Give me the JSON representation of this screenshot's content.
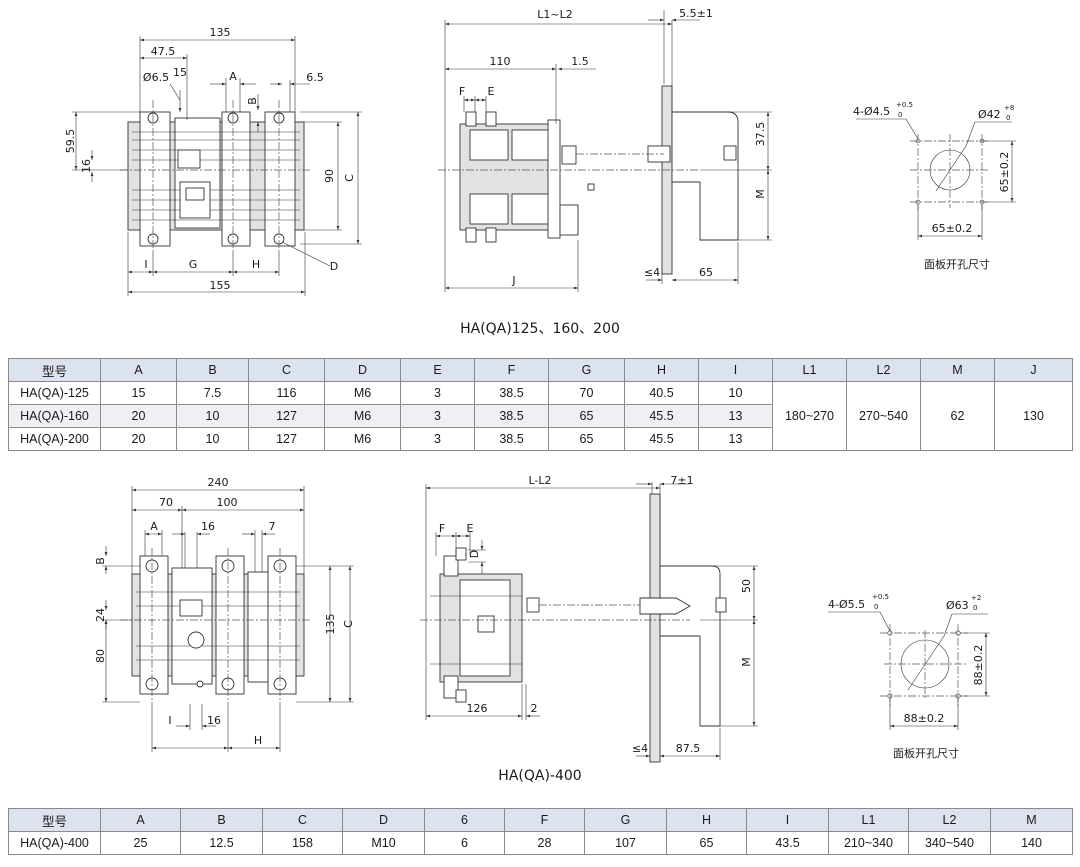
{
  "top_section": {
    "caption": "HA(QA)125、160、200",
    "front_view": {
      "dims": {
        "d135": "135",
        "d47_5": "47.5",
        "d15": "15",
        "phi6_5": "Ø6.5",
        "A": "A",
        "d6_5": "6.5",
        "B": "B",
        "d59_5": "59.5",
        "d16": "16",
        "d90": "90",
        "C": "C",
        "I": "I",
        "G": "G",
        "H": "H",
        "D": "D",
        "d155": "155"
      }
    },
    "side_view": {
      "dims": {
        "L1_L2": "L1~L2",
        "d5_5": "5.5±1",
        "d110": "110",
        "d1_5": "1.5",
        "F": "F",
        "E": "E",
        "d37_5": "37.5",
        "M": "M",
        "J": "J",
        "le4": "≤4",
        "d65": "65"
      }
    },
    "panel_cutout": {
      "hole_label": "4-Ø4.5",
      "hole_tol_upper": "+0.5",
      "hole_tol_lower": "0",
      "bore_label": "Ø42",
      "bore_tol_upper": "+8",
      "bore_tol_lower": "0",
      "v_dim": "65±0.2",
      "h_dim": "65±0.2",
      "caption": "面板开孔尺寸"
    }
  },
  "table1": {
    "headers": [
      "型号",
      "A",
      "B",
      "C",
      "D",
      "E",
      "F",
      "G",
      "H",
      "I",
      "L1",
      "L2",
      "M",
      "J"
    ],
    "rows": [
      [
        "HA(QA)-125",
        "15",
        "7.5",
        "116",
        "M6",
        "3",
        "38.5",
        "70",
        "40.5",
        "10"
      ],
      [
        "HA(QA)-160",
        "20",
        "10",
        "127",
        "M6",
        "3",
        "38.5",
        "65",
        "45.5",
        "13"
      ],
      [
        "HA(QA)-200",
        "20",
        "10",
        "127",
        "M6",
        "3",
        "38.5",
        "65",
        "45.5",
        "13"
      ]
    ],
    "merged": [
      "180~270",
      "270~540",
      "62",
      "130"
    ]
  },
  "bottom_section": {
    "caption": "HA(QA)-400",
    "front_view": {
      "dims": {
        "d240": "240",
        "d70": "70",
        "d100": "100",
        "A": "A",
        "d16a": "16",
        "d7": "7",
        "B": "B",
        "d24": "24",
        "d80": "80",
        "d135": "135",
        "C": "C",
        "I": "I",
        "d16b": "16",
        "H": "H"
      }
    },
    "side_view": {
      "dims": {
        "L_L2": "L-L2",
        "d7_1": "7±1",
        "F": "F",
        "E": "E",
        "D": "D",
        "d50": "50",
        "M": "M",
        "d126": "126",
        "d2": "2",
        "le4": "≤4",
        "d87_5": "87.5"
      }
    },
    "panel_cutout": {
      "hole_label": "4-Ø5.5",
      "hole_tol_upper": "+0.5",
      "hole_tol_lower": "0",
      "bore_label": "Ø63",
      "bore_tol_upper": "+2",
      "bore_tol_lower": "0",
      "v_dim": "88±0.2",
      "h_dim": "88±0.2",
      "caption": "面板开孔尺寸"
    }
  },
  "table2": {
    "headers": [
      "型号",
      "A",
      "B",
      "C",
      "D",
      "6",
      "F",
      "G",
      "H",
      "I",
      "L1",
      "L2",
      "M"
    ],
    "rows": [
      [
        "HA(QA)-400",
        "25",
        "12.5",
        "158",
        "M10",
        "6",
        "28",
        "107",
        "65",
        "43.5",
        "210~340",
        "340~540",
        "140"
      ]
    ]
  }
}
